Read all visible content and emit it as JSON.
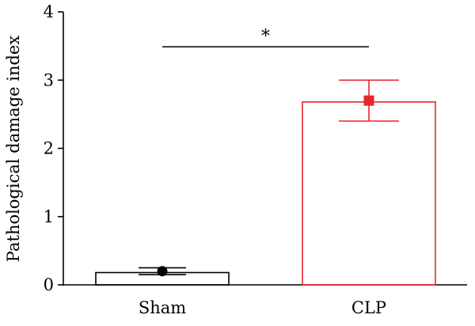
{
  "chart_data": {
    "type": "bar",
    "categories": [
      "Sham",
      "CLP"
    ],
    "series": [
      {
        "values": [
          0.18,
          2.68
        ],
        "points": [
          0.2,
          2.7
        ],
        "errors": [
          0.05,
          0.3
        ],
        "colors": [
          "#000000",
          "#e8262c"
        ],
        "markers": [
          "circle",
          "square"
        ]
      }
    ],
    "ylabel": "Pathological damage index",
    "xlabel": "",
    "ylim": [
      0,
      4
    ],
    "yticks": [
      0,
      1,
      2,
      3,
      4
    ],
    "grid": false,
    "annotations": [
      {
        "type": "significance",
        "text": "*",
        "between": [
          "Sham",
          "CLP"
        ],
        "y": 3.5
      }
    ]
  }
}
